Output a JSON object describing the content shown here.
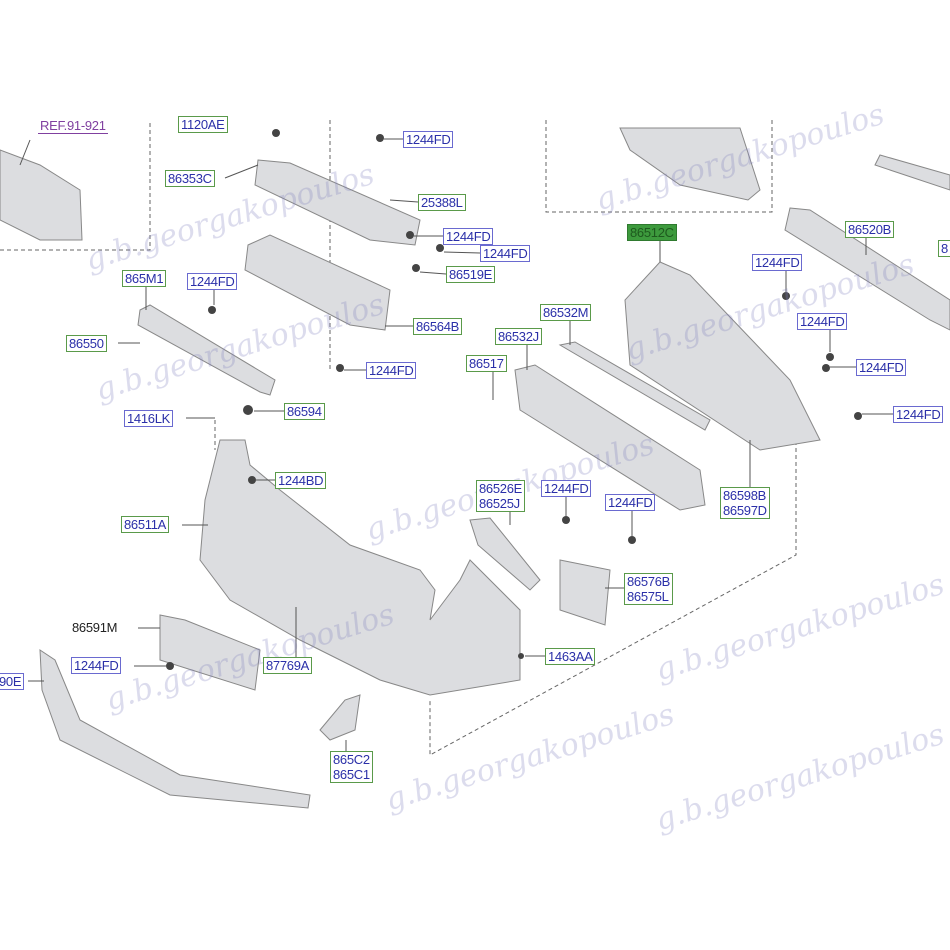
{
  "diagram": {
    "reference": "REF.91-921",
    "watermark_text": "g.b.georgakopoulos",
    "colors": {
      "label_text": "#2a2fa8",
      "part_border": "#5a9a4a",
      "bolt_border": "#6a6ad0",
      "highlight": "#3d9a3d",
      "part_fill": "#dcdde0"
    },
    "labels": [
      {
        "id": "l0",
        "text": "1120AE"
      },
      {
        "id": "l1",
        "text": "1244FD"
      },
      {
        "id": "l2",
        "text": "86353C"
      },
      {
        "id": "l3",
        "text": "25388L"
      },
      {
        "id": "l4",
        "text": "1244FD"
      },
      {
        "id": "l5",
        "text": "1244FD"
      },
      {
        "id": "l6",
        "text": "86519E"
      },
      {
        "id": "l7",
        "text": "865M1"
      },
      {
        "id": "l8",
        "text": "1244FD"
      },
      {
        "id": "l9",
        "text": "86550"
      },
      {
        "id": "l10",
        "text": "86564B"
      },
      {
        "id": "l11",
        "text": "1244FD"
      },
      {
        "id": "l12",
        "text": "86594"
      },
      {
        "id": "l13",
        "text": "1416LK"
      },
      {
        "id": "l14",
        "text": "1244BD"
      },
      {
        "id": "l15",
        "text": "86511A"
      },
      {
        "id": "l16",
        "text": "86512C"
      },
      {
        "id": "l17",
        "text": "86520B"
      },
      {
        "id": "l18",
        "text": "8"
      },
      {
        "id": "l19",
        "text": "1244FD"
      },
      {
        "id": "l20",
        "text": "86532M"
      },
      {
        "id": "l21",
        "text": "86532J"
      },
      {
        "id": "l22",
        "text": "86517"
      },
      {
        "id": "l23",
        "text": "1244FD"
      },
      {
        "id": "l24",
        "text": "1244FD"
      },
      {
        "id": "l25",
        "text": "1244FD"
      },
      {
        "id": "l26",
        "text": "1244FD"
      },
      {
        "id": "l27",
        "text": "1244FD"
      },
      {
        "id": "l28",
        "text": "86591M"
      },
      {
        "id": "l29",
        "text": "1244FD"
      },
      {
        "id": "l30",
        "text": "87769A"
      },
      {
        "id": "l31",
        "text": "1463AA"
      },
      {
        "id": "l32",
        "text": "90E"
      }
    ],
    "pairs": [
      {
        "a": "86598B",
        "b": "86597D"
      },
      {
        "a": "86526E",
        "b": "86525J"
      },
      {
        "a": "86576B",
        "b": "86575L"
      },
      {
        "a": "865C2",
        "b": "865C1"
      }
    ]
  }
}
